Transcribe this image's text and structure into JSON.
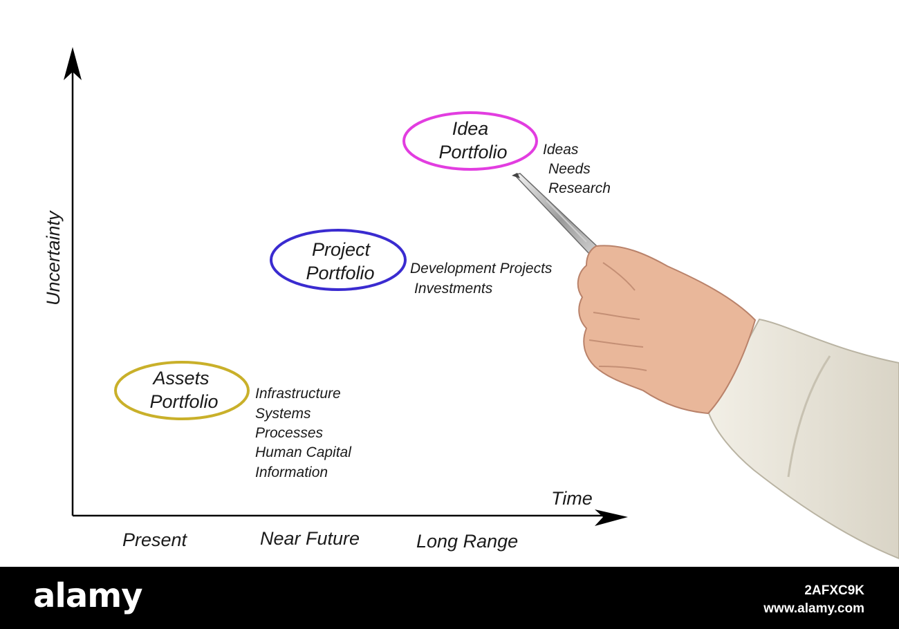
{
  "axes": {
    "y_label": "Uncertainty",
    "x_label": "Time",
    "x_ticks": [
      "Present",
      "Near Future",
      "Long Range"
    ]
  },
  "portfolios": [
    {
      "title_lines": [
        "Assets",
        "Portfolio"
      ],
      "color": "#c9b02a",
      "items": [
        "Infrastructure",
        "Systems",
        "Processes",
        "Human Capital",
        "Information"
      ]
    },
    {
      "title_lines": [
        "Project",
        "Portfolio"
      ],
      "color": "#3a2bd0",
      "items": [
        "Development Projects",
        "Investments"
      ]
    },
    {
      "title_lines": [
        "Idea",
        "Portfolio"
      ],
      "color": "#e23de0",
      "items": [
        "Ideas",
        "Needs",
        "Research"
      ]
    }
  ],
  "watermark": {
    "brand": "alamy",
    "image_id": "2AFXC9K",
    "site": "www.alamy.com"
  }
}
